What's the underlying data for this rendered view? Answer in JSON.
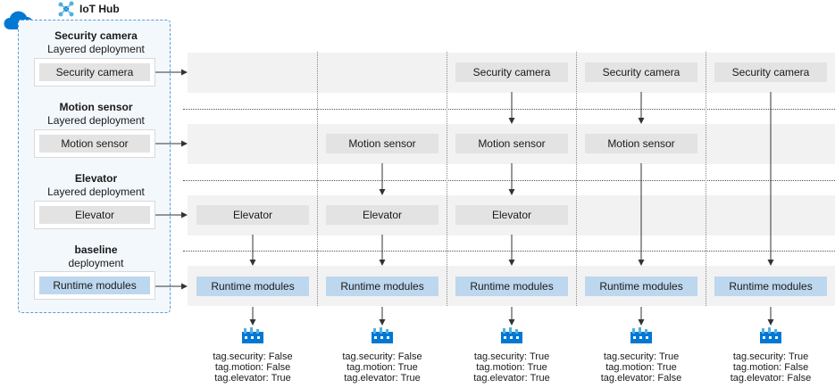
{
  "hub": {
    "title": "IoT Hub"
  },
  "layers": [
    {
      "name": "Security camera",
      "subtitle": "Layered deployment",
      "module": "Security camera"
    },
    {
      "name": "Motion sensor",
      "subtitle": "Layered deployment",
      "module": "Motion sensor"
    },
    {
      "name": "Elevator",
      "subtitle": "Layered deployment",
      "module": "Elevator"
    },
    {
      "name": "baseline",
      "subtitle": "deployment",
      "module": "Runtime modules"
    }
  ],
  "devices": [
    {
      "modules": {
        "security": "",
        "motion": "",
        "elevator": "Elevator",
        "runtime": "Runtime modules"
      },
      "tags": [
        "tag.security: False",
        "tag.motion: False",
        "tag.elevator: True"
      ]
    },
    {
      "modules": {
        "security": "",
        "motion": "Motion sensor",
        "elevator": "Elevator",
        "runtime": "Runtime modules"
      },
      "tags": [
        "tag.security: False",
        "tag.motion: True",
        "tag.elevator: True"
      ]
    },
    {
      "modules": {
        "security": "Security camera",
        "motion": "Motion sensor",
        "elevator": "Elevator",
        "runtime": "Runtime modules"
      },
      "tags": [
        "tag.security: True",
        "tag.motion: True",
        "tag.elevator: True"
      ]
    },
    {
      "modules": {
        "security": "Security camera",
        "motion": "Motion sensor",
        "elevator": "",
        "runtime": "Runtime modules"
      },
      "tags": [
        "tag.security: True",
        "tag.motion: True",
        "tag.elevator: False"
      ]
    },
    {
      "modules": {
        "security": "Security camera",
        "motion": "",
        "elevator": "",
        "runtime": "Runtime modules"
      },
      "tags": [
        "tag.security: True",
        "tag.motion: False",
        "tag.elevator: False"
      ]
    }
  ],
  "colors": {
    "hub_border": "#5b9bd5",
    "hub_fill": "#f3f8fd",
    "module_gray": "#e3e3e3",
    "runtime_blue": "#bdd7ee",
    "azure_blue": "#0078d4"
  }
}
